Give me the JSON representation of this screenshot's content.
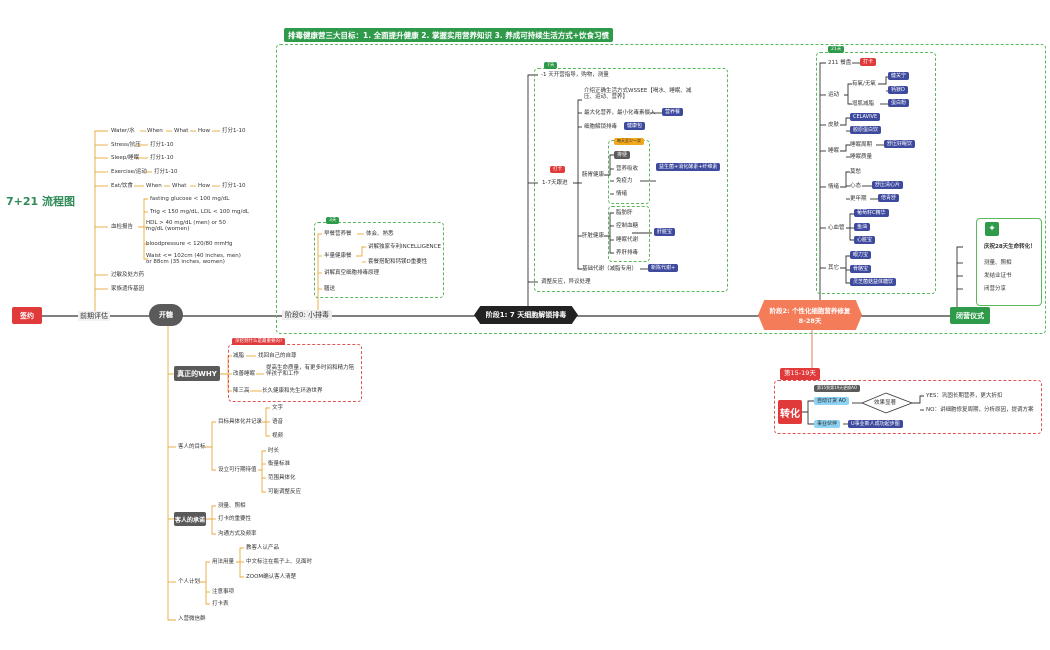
{
  "title": "7+21 流程图",
  "banner": "排毒健康营三大目标：1. 全面提升健康  2. 掌握实用营养知识  3. 养成可持续生活方式+饮食习惯",
  "main_flow": {
    "sign": "签约",
    "pre": "前期评估",
    "open": "开糖",
    "stage0": "阶段0: 小排毒",
    "stage1": "阶段1: 7 天细胞解锁排毒",
    "stage2_line1": "阶段2: 个性化细胞营养修复",
    "stage2_line2": "8-28天",
    "close": "闭营仪式"
  },
  "pre_items": [
    {
      "label": "Water/水",
      "extra": [
        "When",
        "What",
        "How",
        "打分1-10"
      ]
    },
    {
      "label": "Stress/抗压",
      "extra": [
        "打分1-10"
      ]
    },
    {
      "label": "Sleep/睡眠",
      "extra": [
        "打分1-10"
      ]
    },
    {
      "label": "Exercise/运动",
      "extra": [
        "打分1-10"
      ]
    },
    {
      "label": "Eat/饮食",
      "extra": [
        "When",
        "What",
        "How",
        "打分1-10"
      ]
    }
  ],
  "blood": {
    "label": "血检报告",
    "items": [
      "fasting glucose < 100 mg/dL",
      "Trig < 150 mg/dL, LDL < 100 mg/dL",
      "HDL > 40 mg/dL (men) or 50 mg/dL (women)",
      "bloodpressure < 120/80 mmHg",
      "Waist <= 102cm (40 inches, men) or 88cm (35 inches, women)"
    ]
  },
  "pre_tail": [
    "过敏及处方药",
    "家族遗传基因"
  ],
  "stage0": {
    "badge": "3天",
    "items": [
      "早餐营养餐",
      "半量健康餐",
      "讲解真空细胞排毒原理",
      "膳送"
    ],
    "sub1": "体会、熟悉",
    "sub2": [
      "讲解独家专利INCELLIGENCE",
      "套餐搭配和钙镁D重要性"
    ]
  },
  "stage1": {
    "badge": "7天",
    "top": "-1 天开营指导，购物，测量",
    "detail": "1-7天跟进",
    "detail_badge": "打卡",
    "items": [
      {
        "text": "介绍正确生活方式WSSEE【喝水、睡眠、减压、运动、营养】"
      },
      {
        "text": "最大化营养，最小化毒素摄入",
        "tag": "营养餐"
      },
      {
        "text": "细胞解锁排毒",
        "tag": "健康包"
      }
    ],
    "gut": {
      "label": "肠胃健康",
      "tip": "每天至少一次",
      "tag": "排便",
      "items": [
        "营养吸收",
        "免疫力",
        "情绪"
      ],
      "right": "益生菌+消化酵素+纤维素"
    },
    "liver": {
      "label": "肝脏健康",
      "items": [
        "脂肪肝",
        "控制血糖",
        "睡眠代谢",
        "养肝排毒"
      ],
      "right": "肝脏宝"
    },
    "base": {
      "label": "基础代谢（减脂专用）",
      "tag": "新陈代谢+"
    },
    "bottom": "调整反应，异议处理"
  },
  "stage2": {
    "badge": "21天",
    "meal": {
      "label": "211 餐盘",
      "tag": "打卡"
    },
    "sport": {
      "label": "运动",
      "a": "有氧/无氧",
      "b": "增肌减脂",
      "a_tags": [
        "健关宁",
        "钙镁D"
      ],
      "b_tag": "蛋白粉"
    },
    "skin": {
      "label": "皮肤",
      "tags": [
        "CELAVIVE",
        "胶原蛋白饮"
      ]
    },
    "sleep": {
      "label": "睡眠",
      "a": "睡眠周期",
      "b": "睡眠质量",
      "tag": "舒压好眠饮"
    },
    "mood": {
      "label": "情绪",
      "items": [
        "莫愁",
        "心态",
        "更年期"
      ],
      "tags": [
        "舒压清心片",
        "倍青舒"
      ]
    },
    "heart": {
      "label": "心血管",
      "tags": [
        "葡萄籽C精华",
        "鱼油",
        "心脏宝"
      ]
    },
    "other": {
      "label": "其它",
      "tags": [
        "眼力宝",
        "骨骼宝",
        "灵芝菌菇益体糖饮"
      ]
    }
  },
  "close": {
    "badge": "庆祝28天生命转化！",
    "items": [
      "测量、照相",
      "发结业证书",
      "闭营分享"
    ]
  },
  "why": {
    "label": "真正的WHY",
    "note": "深挖到什么是最重要的?",
    "items": [
      {
        "label": "减脂",
        "detail": "找回自己的自尊"
      },
      {
        "label": "改善睡眠",
        "detail": "提高生命质量，有更多时间和精力陪伴孩子和工作"
      },
      {
        "label": "降三高",
        "detail": "长久健康和先生环游世界"
      }
    ]
  },
  "goals": {
    "label": "客人的目标",
    "a": "目标具体化并记录",
    "a_items": [
      "文字",
      "语音",
      "视频"
    ],
    "b": "设立可行期待值",
    "b_items": [
      "时长",
      "衡量标准",
      "范围具体化",
      "可能调整反应"
    ]
  },
  "promise": {
    "label": "客人的承诺",
    "items": [
      "测量、照相",
      "打卡的重要性",
      "沟通方式及频率"
    ]
  },
  "plan": {
    "label": "个人计划",
    "usage": "用法用量",
    "usage_items": [
      "教客人认产品",
      "中文标注在瓶子上、见面时",
      "ZOOM确认客人清楚"
    ],
    "items": [
      "注意事项",
      "打卡表"
    ],
    "tail": "入营微信群"
  },
  "convert": {
    "badge": "第15-19天",
    "label": "转化",
    "note": "第15到第19天更换AO",
    "auto": "自动订货 AO",
    "effect": "效果显著",
    "yes": "YES：巩固长期营养，更大折扣",
    "no": "NO：讲细胞修复周期，分析原因，提调方案",
    "biz": "事业伙伴",
    "biz_tag": "U事业新人成功起步图"
  }
}
